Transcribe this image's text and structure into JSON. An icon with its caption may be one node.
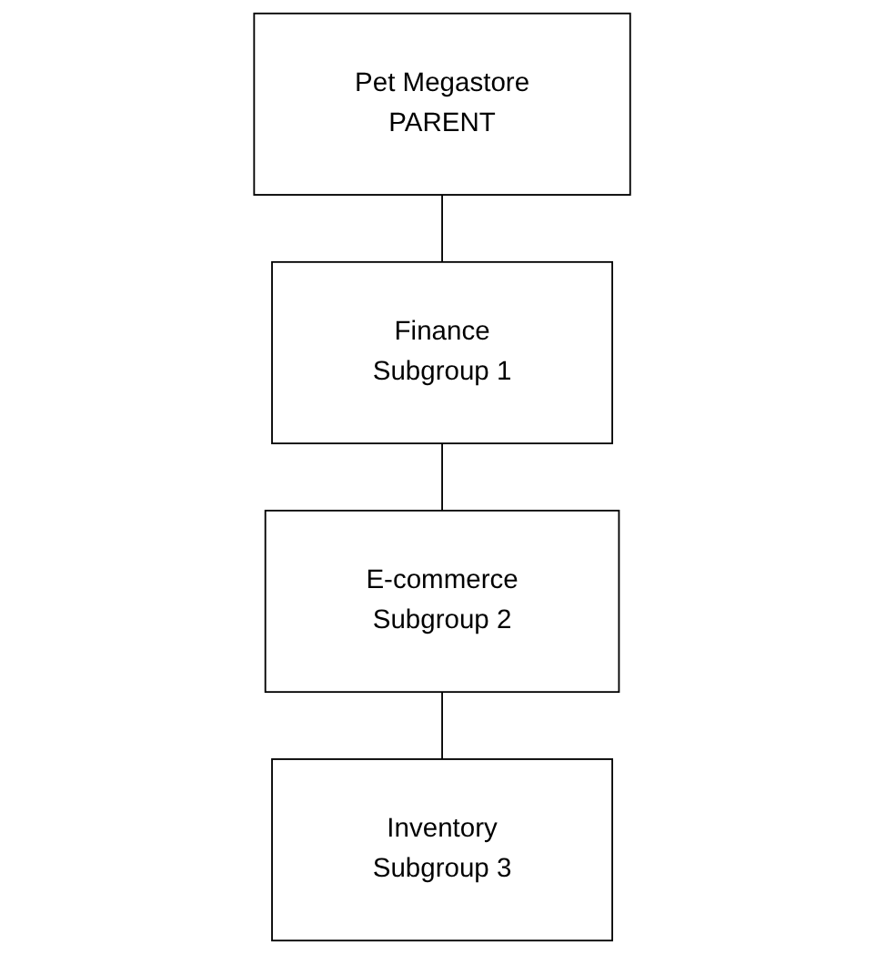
{
  "diagram": {
    "nodes": [
      {
        "text": [
          "Pet Megastore",
          "PARENT"
        ]
      },
      {
        "text": [
          "Finance",
          "Subgroup 1"
        ]
      },
      {
        "text": [
          "E-commerce",
          "Subgroup 2"
        ]
      },
      {
        "text": [
          "Inventory",
          "Subgroup 3"
        ]
      }
    ],
    "edges": [
      {
        "from": 0,
        "to": 1,
        "arrow": "none"
      },
      {
        "from": 1,
        "to": 2,
        "arrow": "none"
      },
      {
        "from": 2,
        "to": 3,
        "arrow": "none"
      }
    ]
  }
}
